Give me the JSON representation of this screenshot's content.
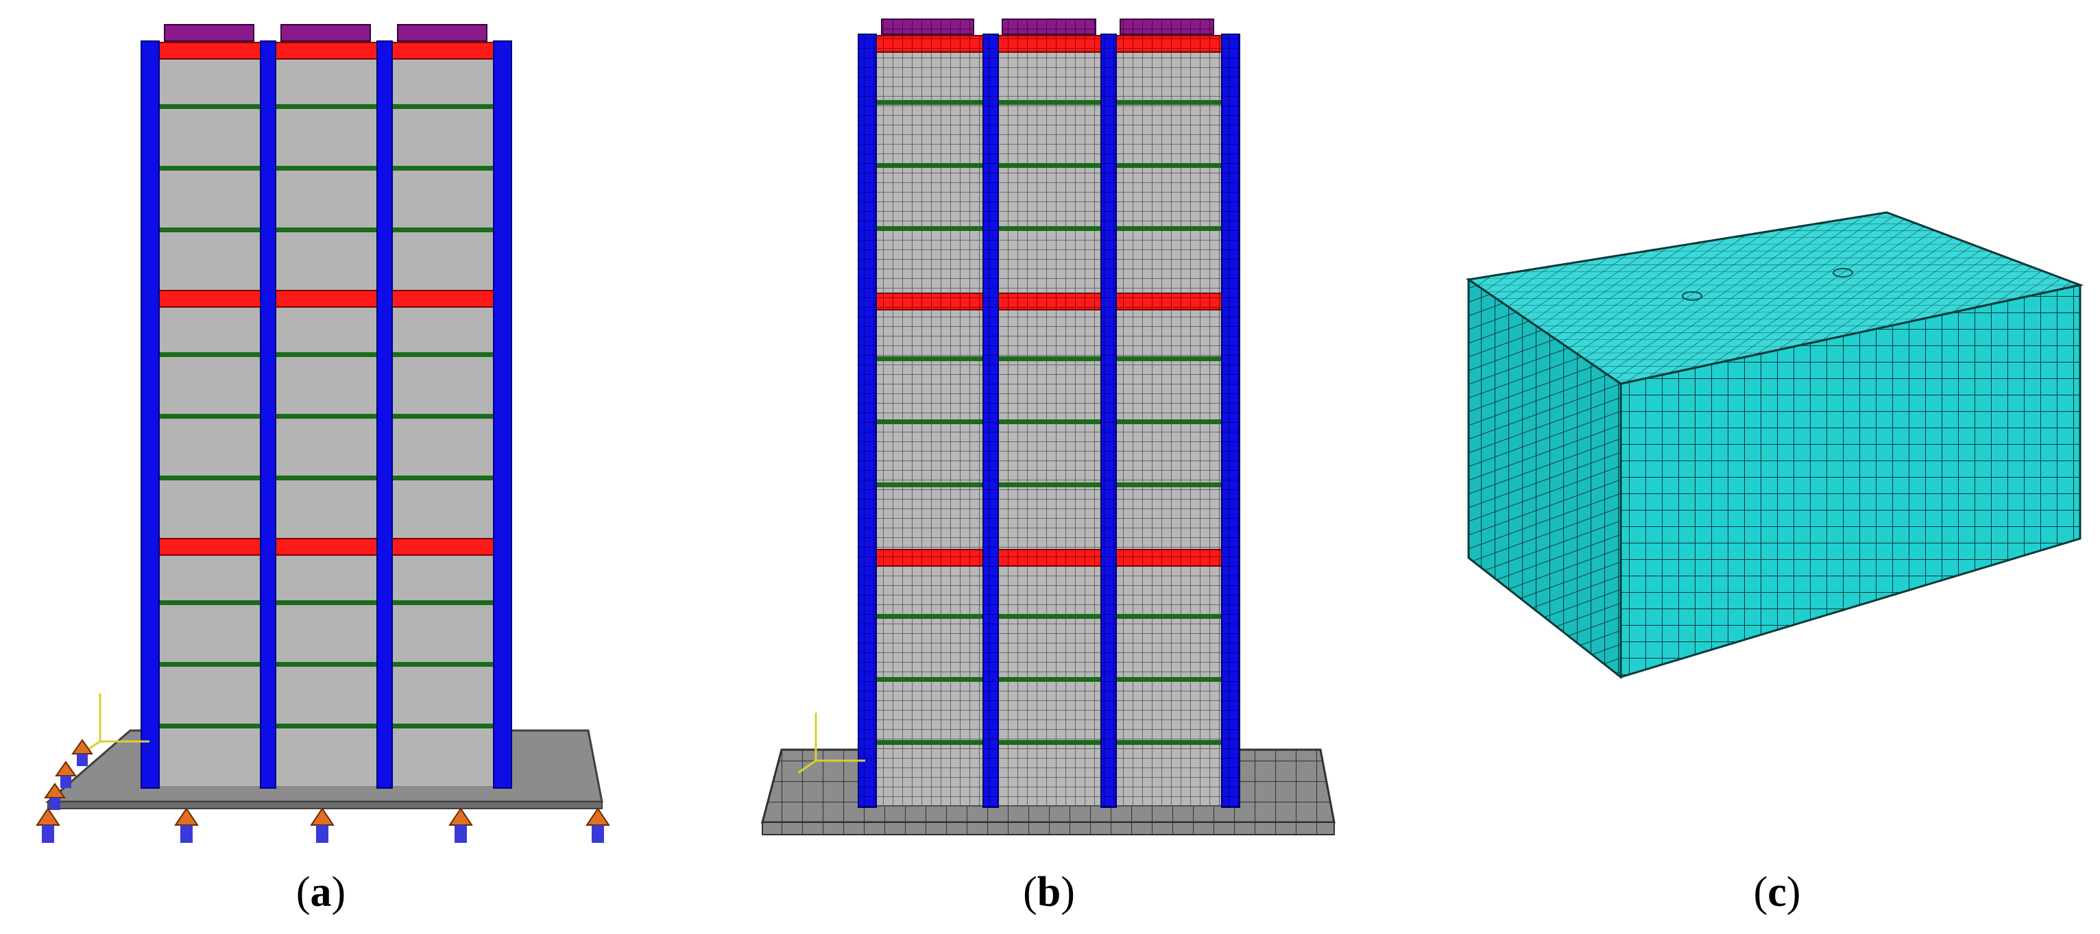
{
  "panels": [
    {
      "id": "a",
      "open": "(",
      "letter": "a",
      "close": ")"
    },
    {
      "id": "b",
      "open": "(",
      "letter": "b",
      "close": ")"
    },
    {
      "id": "c",
      "open": "(",
      "letter": "c",
      "close": ")"
    }
  ],
  "colors": {
    "column": "#0d0de8",
    "column_edge": "#00007a",
    "beam_main": "#ff1a1a",
    "beam_secondary": "#1a6b1a",
    "slab_panel": "#b4b4b4",
    "top_block": "#8a1a8a",
    "base_plate": "#8c8c8c",
    "soil_block": "#1fd0d0",
    "mesh_line": "#0a4040",
    "support_marker": "#3a3ad8",
    "support_accent": "#e07020",
    "axis_triad": "#d8d030"
  },
  "icons": {
    "support": "pinned-support-icon",
    "triad": "coordinate-triad-icon"
  }
}
